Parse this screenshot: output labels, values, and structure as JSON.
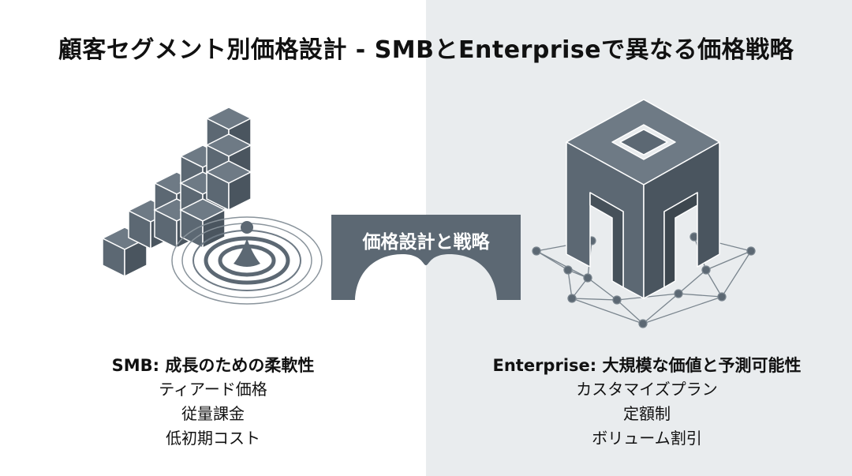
{
  "title": "顧客セグメント別価格設計 - SMBとEnterpriseで異なる価格戦略",
  "bridge_label": "価格設計と戦略",
  "smb": {
    "heading": "SMB: 成長のための柔軟性",
    "items": [
      "ティアード価格",
      "従量課金",
      "低初期コスト"
    ]
  },
  "enterprise": {
    "heading": "Enterprise: 大規模な価値と予測可能性",
    "items": [
      "カスタマイズプラン",
      "定額制",
      "ボリューム割引"
    ]
  },
  "colors": {
    "left_background": "#ffffff",
    "right_background": "#e9ecee",
    "accent_slate": "#5c6873",
    "text": "#111111"
  },
  "icons": [
    "stair-blocks-icon",
    "water-ripple-icon",
    "bridge-icon",
    "m-block-icon",
    "network-graph-icon"
  ]
}
